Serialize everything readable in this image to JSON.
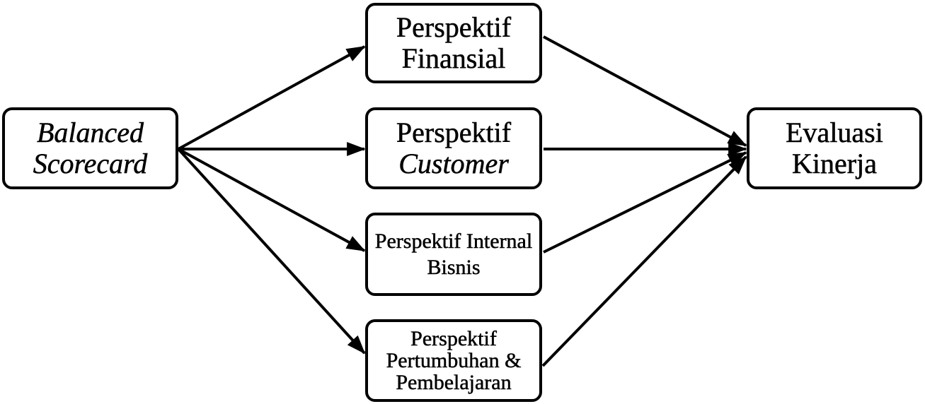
{
  "colors": {
    "line": "#000000",
    "box_background": "#ffffff",
    "box_border": "#000000"
  },
  "nodes": {
    "balanced_scorecard": {
      "line1": "Balanced",
      "line2": "Scorecard"
    },
    "finansial": {
      "line1": "Perspektif",
      "line2": "Finansial"
    },
    "customer": {
      "line1": "Perspektif",
      "line2": "Customer"
    },
    "internal_bisnis": {
      "line1": "Perspektif Internal",
      "line2": "Bisnis"
    },
    "pertumbuhan": {
      "line1": "Perspektif",
      "line2": "Pertumbuhan &",
      "line3": "Pembelajaran"
    },
    "evaluasi": {
      "line1": "Evaluasi",
      "line2": "Kinerja"
    }
  },
  "edges": [
    {
      "from": "balanced_scorecard",
      "to": "finansial"
    },
    {
      "from": "balanced_scorecard",
      "to": "customer"
    },
    {
      "from": "balanced_scorecard",
      "to": "internal_bisnis"
    },
    {
      "from": "balanced_scorecard",
      "to": "pertumbuhan"
    },
    {
      "from": "finansial",
      "to": "evaluasi"
    },
    {
      "from": "customer",
      "to": "evaluasi"
    },
    {
      "from": "internal_bisnis",
      "to": "evaluasi"
    },
    {
      "from": "pertumbuhan",
      "to": "evaluasi"
    }
  ]
}
